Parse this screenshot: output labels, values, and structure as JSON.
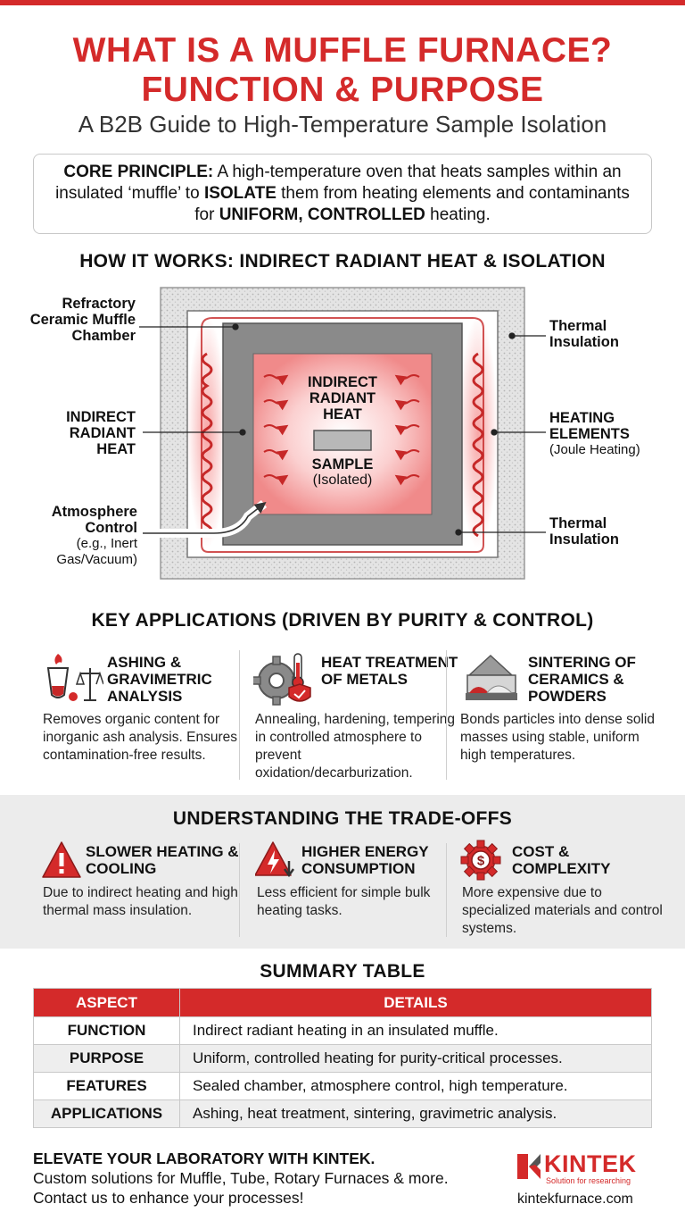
{
  "header": {
    "title_line1": "WHAT IS A MUFFLE FURNACE?",
    "title_line2": "FUNCTION & PURPOSE",
    "subtitle": "A B2B Guide to High-Temperature Sample Isolation"
  },
  "core": {
    "label": "CORE PRINCIPLE:",
    "text1": " A high-temperature oven that heats samples within an insulated ‘muffle’ to ",
    "emph1": "ISOLATE",
    "text2": " them from heating elements and contaminants for ",
    "emph2": "UNIFORM, CONTROLLED",
    "text3": " heating."
  },
  "how": {
    "heading": "HOW IT WORKS: INDIRECT RADIANT HEAT & ISOLATION",
    "labels": {
      "muffle": "Refractory Ceramic Muffle Chamber",
      "indirect_left": "INDIRECT RADIANT HEAT",
      "atmosphere": "Atmosphere Control",
      "atmosphere_sub": "(e.g., Inert Gas/Vacuum)",
      "insulation_top": "Thermal Insulation",
      "heating": "HEATING ELEMENTS",
      "heating_sub": "(Joule Heating)",
      "insulation_bottom": "Thermal Insulation",
      "center_heat": "INDIRECT RADIANT HEAT",
      "sample": "SAMPLE",
      "sample_sub": "(Isolated)"
    },
    "colors": {
      "accent": "#d42a2a",
      "muffle": "#8a8a8a",
      "insulation": "#dcdcdc"
    }
  },
  "applications": {
    "heading": "KEY APPLICATIONS (DRIVEN BY PURITY & CONTROL)",
    "items": [
      {
        "title": "ASHING & GRAVIMETRIC ANALYSIS",
        "desc": "Removes organic content for inorganic ash analysis. Ensures contamination-free results.",
        "icon": "flask-scale-icon"
      },
      {
        "title": "HEAT TREATMENT OF METALS",
        "desc": "Annealing, hardening, tempering in controlled atmosphere to prevent oxidation/decarburization.",
        "icon": "gear-thermometer-icon"
      },
      {
        "title": "SINTERING OF CERAMICS & POWDERS",
        "desc": "Bonds particles into dense solid masses using stable, uniform high temperatures.",
        "icon": "powder-kiln-icon"
      }
    ]
  },
  "tradeoffs": {
    "heading": "UNDERSTANDING THE TRADE-OFFS",
    "items": [
      {
        "title": "SLOWER HEATING & COOLING",
        "desc": "Due to indirect heating and high thermal mass insulation.",
        "icon": "warning-icon"
      },
      {
        "title": "HIGHER ENERGY CONSUMPTION",
        "desc": "Less efficient for simple bulk heating tasks.",
        "icon": "energy-warning-icon"
      },
      {
        "title": "COST & COMPLEXITY",
        "desc": "More expensive due to specialized materials and control systems.",
        "icon": "cost-gear-icon"
      }
    ]
  },
  "summary": {
    "heading": "SUMMARY TABLE",
    "col_aspect": "ASPECT",
    "col_details": "DETAILS",
    "rows": [
      {
        "aspect": "FUNCTION",
        "details": "Indirect radiant heating in an insulated muffle."
      },
      {
        "aspect": "PURPOSE",
        "details": "Uniform, controlled heating for purity-critical processes."
      },
      {
        "aspect": "FEATURES",
        "details": "Sealed chamber, atmosphere control, high temperature."
      },
      {
        "aspect": "APPLICATIONS",
        "details": "Ashing, heat treatment, sintering, gravimetric analysis."
      }
    ]
  },
  "footer": {
    "headline": "ELEVATE YOUR LABORATORY WITH KINTEK.",
    "line1": "Custom solutions for Muffle, Tube, Rotary Furnaces & more.",
    "line2": "Contact us to enhance your processes!",
    "brand": "KINTEK",
    "tagline": "Solution for researching",
    "url": "kintekfurnace.com"
  }
}
